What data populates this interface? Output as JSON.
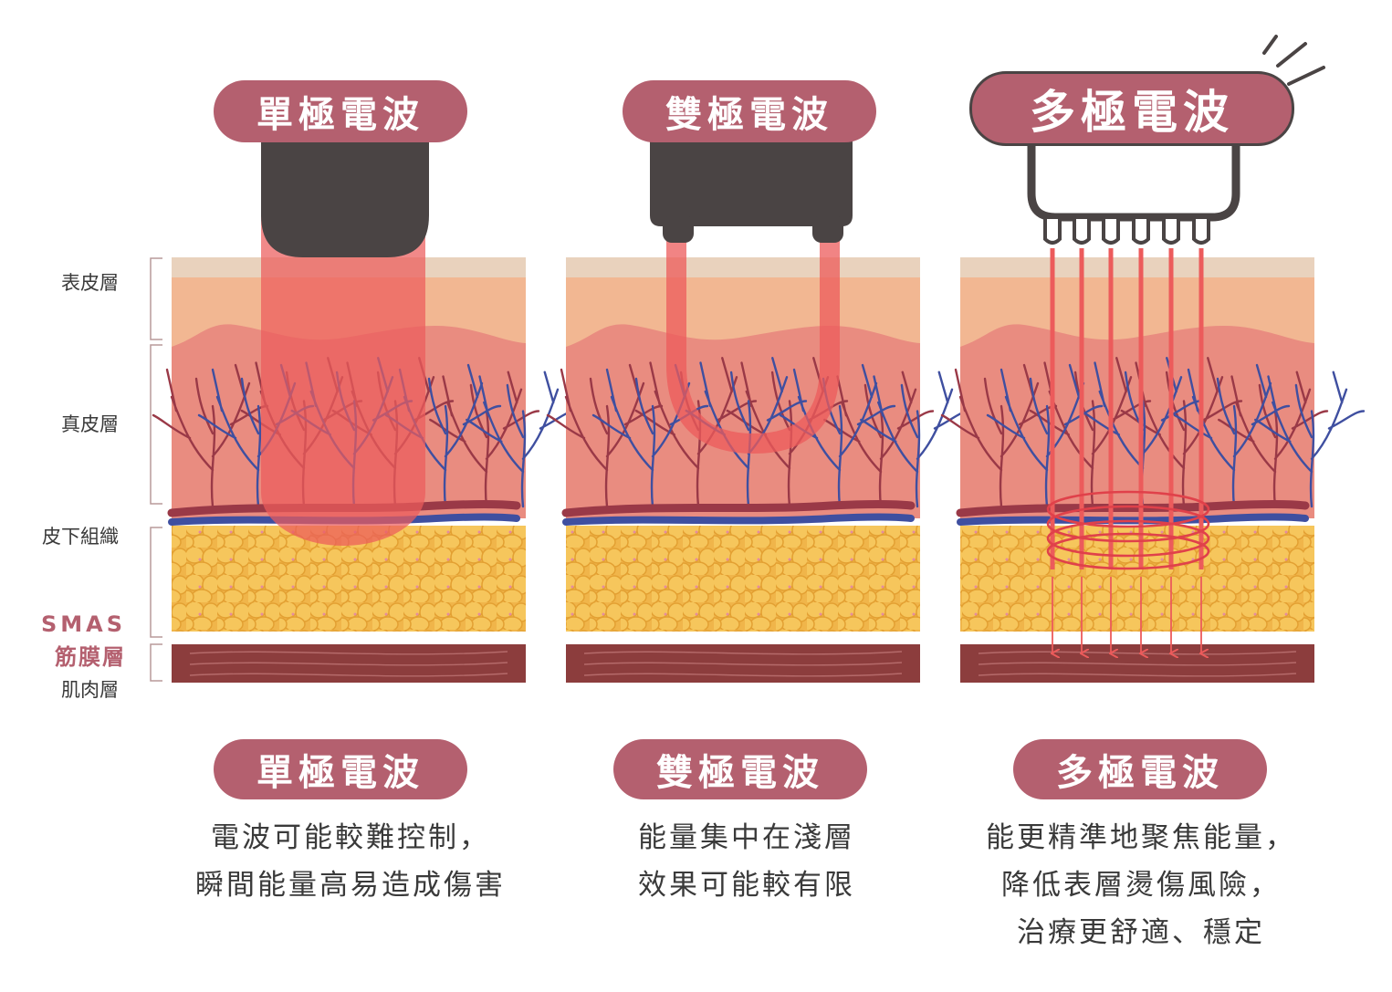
{
  "panels": [
    {
      "title": "單極電波",
      "subtitle": "單極電波",
      "description": [
        "電波可能較難控制，",
        "瞬間能量高易造成傷害"
      ]
    },
    {
      "title": "雙極電波",
      "subtitle": "雙極電波",
      "description": [
        "能量集中在淺層",
        "效果可能較有限"
      ]
    },
    {
      "title": "多極電波",
      "subtitle": "多極電波",
      "description": [
        "能更精準地聚焦能量，",
        "降低表層燙傷風險，",
        "治療更舒適、穩定"
      ]
    }
  ],
  "layers": {
    "epidermis": "表皮層",
    "dermis": "真皮層",
    "subcutaneous": "皮下組織",
    "smas_top": "SMAS",
    "smas_bottom": "筋膜層",
    "muscle": "肌肉層"
  },
  "colors": {
    "accent": "#b4606f",
    "device": "#4a4444",
    "energy": "#ec5b5b",
    "epidermis_top": "#e9d2bd",
    "epidermis": "#f2b792",
    "dermis": "#e98c80",
    "fat": "#f2b94a",
    "muscle": "#8c3d3d",
    "artery": "#9a3947",
    "vein": "#3f4fa0"
  }
}
